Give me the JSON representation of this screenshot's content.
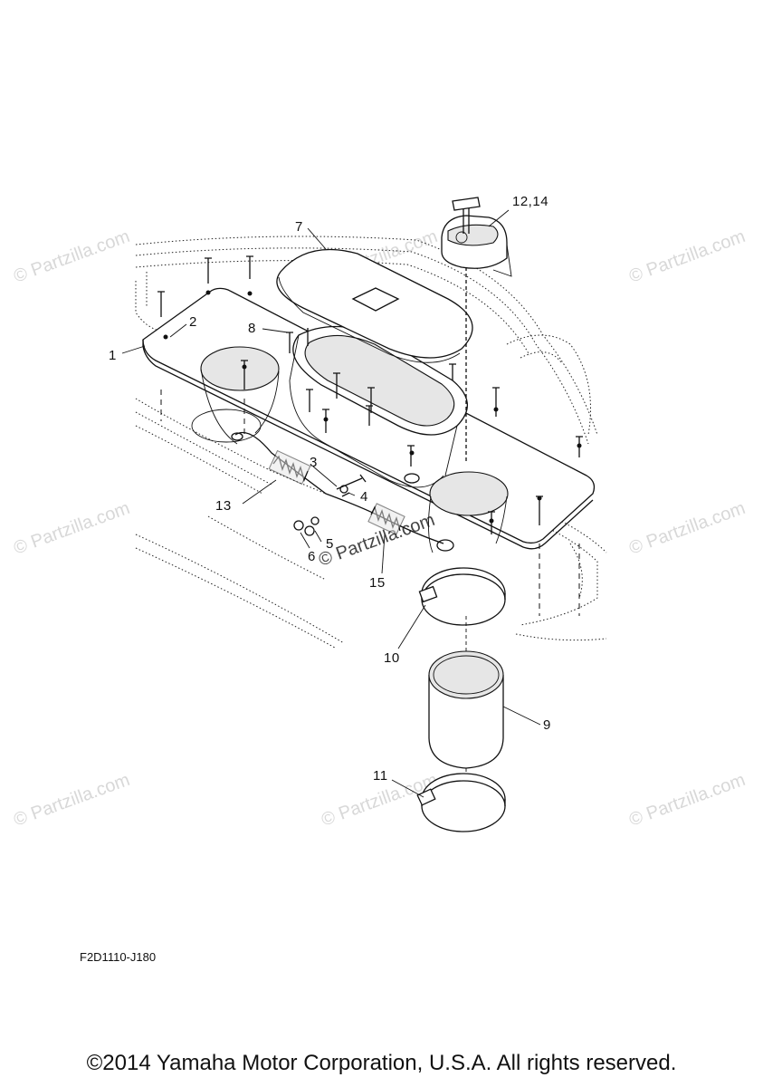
{
  "watermark": "© Partzilla.com",
  "diagram_code": "F2D1110-J180",
  "copyright": "©2014 Yamaha Motor Corporation, U.S.A. All rights reserved.",
  "callouts": {
    "c1": "1",
    "c2": "2",
    "c3": "3",
    "c4": "4",
    "c5": "5",
    "c6": "6",
    "c7": "7",
    "c8": "8",
    "c9": "9",
    "c10": "10",
    "c11": "11",
    "c12_14": "12,14",
    "c13": "13",
    "c15": "15"
  }
}
